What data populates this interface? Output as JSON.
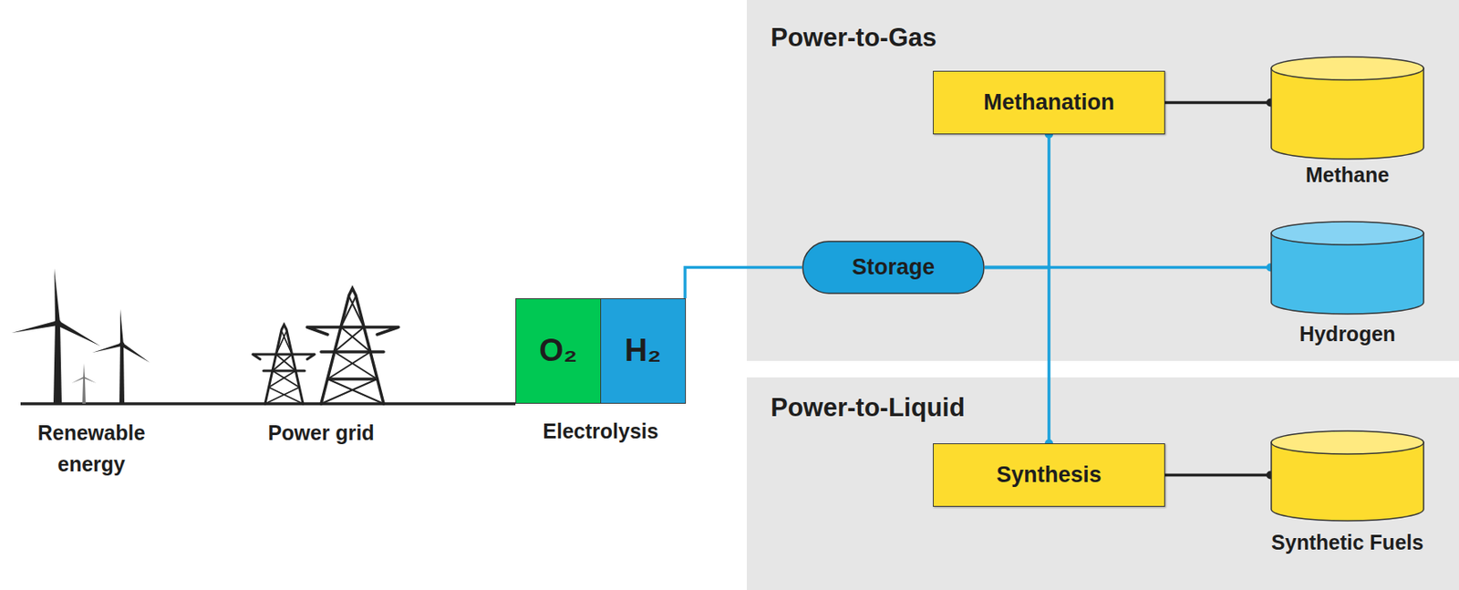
{
  "diagram": {
    "nodes": [
      {
        "text": [
          "Electrolysis"
        ]
      },
      {
        "text": [
          "O₂"
        ],
        "in": 0
      },
      {
        "text": [
          "H₂"
        ],
        "in": 0
      },
      {
        "text": [
          "Power-to-Gas"
        ]
      },
      {
        "text": [
          "Methanation"
        ],
        "in": 3
      },
      {
        "text": [
          "Methane"
        ],
        "in": 3
      },
      {
        "text": [
          "Storage"
        ],
        "in": 3
      },
      {
        "text": [
          "Hydrogen"
        ],
        "in": 3
      },
      {
        "text": [
          "Power-to-Liquid"
        ]
      },
      {
        "text": [
          "Synthesis"
        ],
        "in": 8
      },
      {
        "text": [
          "Synthetic Fuels"
        ],
        "in": 8
      }
    ],
    "edges": [
      {
        "from": 2,
        "to": 6,
        "arrow": "none"
      },
      {
        "from": 6,
        "to": 7,
        "arrow": "none"
      },
      {
        "from": 6,
        "to": 4,
        "arrow": "none"
      },
      {
        "from": 6,
        "to": 9,
        "arrow": "none"
      },
      {
        "from": 4,
        "to": 5,
        "arrow": "none"
      },
      {
        "from": 9,
        "to": 10,
        "arrow": "none"
      }
    ],
    "labels": [
      "Renewable energy",
      "Power grid"
    ]
  }
}
